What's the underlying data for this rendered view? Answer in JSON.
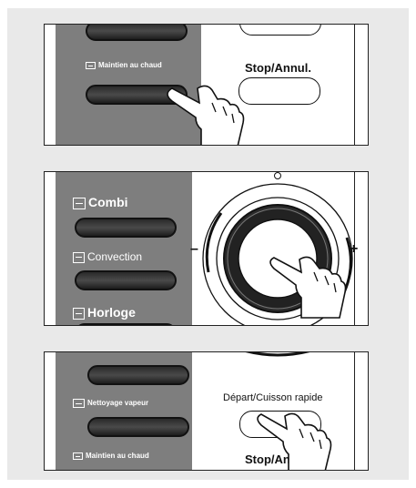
{
  "panel1": {
    "keep_warm": "Maintien au chaud",
    "stop": "Stop/Annul."
  },
  "panel2": {
    "combi": "Combi",
    "convection": "Convection",
    "clock": "Horloge",
    "minus": "–",
    "plus": "+"
  },
  "panel3": {
    "steam_clean": "Nettoyage vapeur",
    "start": "Départ/Cuisson rapide",
    "keep_warm": "Maintien au chaud",
    "stop": "Stop/Annul."
  },
  "colors": {
    "grey_panel": "#7e7e7e",
    "page_bg": "#e9e9e9"
  },
  "icons": [
    "hand-pointer-icon",
    "keep-warm-icon",
    "combi-icon",
    "convection-icon",
    "clock-icon",
    "steam-clean-icon",
    "dial-knob-icon"
  ]
}
